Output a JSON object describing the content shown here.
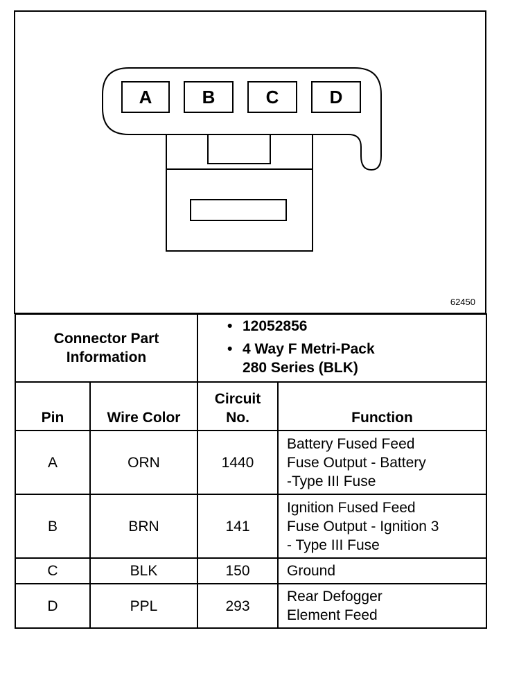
{
  "diagram": {
    "pins": [
      "A",
      "B",
      "C",
      "D"
    ],
    "figure_number": "62450"
  },
  "part_info": {
    "label_lines": [
      "Connector Part",
      "Information"
    ],
    "items": [
      {
        "lines": [
          "12052856"
        ]
      },
      {
        "lines": [
          "4 Way F Metri-Pack",
          "280 Series (BLK)"
        ]
      }
    ]
  },
  "table": {
    "headers": {
      "pin": "Pin",
      "wire_color": "Wire Color",
      "circuit_line1": "Circuit",
      "circuit_line2": "No.",
      "function": "Function"
    },
    "rows": [
      {
        "pin": "A",
        "wire_color": "ORN",
        "circuit": "1440",
        "function": [
          "Battery Fused Feed",
          "Fuse Output - Battery",
          "-Type III Fuse"
        ]
      },
      {
        "pin": "B",
        "wire_color": "BRN",
        "circuit": "141",
        "function": [
          "Ignition Fused Feed",
          "Fuse Output - Ignition 3",
          "- Type III Fuse"
        ]
      },
      {
        "pin": "C",
        "wire_color": "BLK",
        "circuit": "150",
        "function": [
          "Ground"
        ]
      },
      {
        "pin": "D",
        "wire_color": "PPL",
        "circuit": "293",
        "function": [
          "Rear Defogger",
          "Element Feed"
        ]
      }
    ]
  }
}
